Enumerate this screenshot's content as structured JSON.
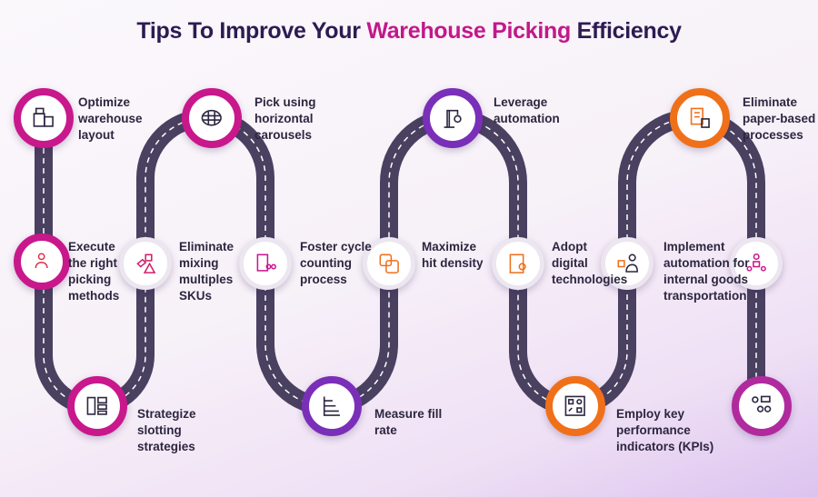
{
  "title": {
    "part1": "Tips To Improve Your ",
    "highlight": "Warehouse Picking",
    "part2": " Efficiency"
  },
  "colors": {
    "magenta": "#c8188c",
    "purple": "#7a2fb8",
    "orange": "#f0701a",
    "road": "#4a4060",
    "title": "#2d1b52"
  },
  "tips": [
    {
      "label": "Optimize warehouse layout",
      "icon": "warehouse-layout-icon"
    },
    {
      "label": "Execute the right picking methods",
      "icon": "picker-person-icon"
    },
    {
      "label": "Strategize slotting strategies",
      "icon": "slotting-grid-icon"
    },
    {
      "label": "Eliminate mixing multiples SKUs",
      "icon": "sku-warning-icon"
    },
    {
      "label": "Pick using horizontal carousels",
      "icon": "carousel-icon"
    },
    {
      "label": "Foster cycle counting process",
      "icon": "cycle-count-icon"
    },
    {
      "label": "Measure fill rate",
      "icon": "bar-chart-icon"
    },
    {
      "label": "Maximize hit density",
      "icon": "overlap-squares-icon"
    },
    {
      "label": "Leverage automation",
      "icon": "robot-arm-icon"
    },
    {
      "label": "Adopt digital technologies",
      "icon": "digital-tech-icon"
    },
    {
      "label": "Employ key performance indicators (KPIs)",
      "icon": "kpi-dashboard-icon"
    },
    {
      "label": "Implement automation for internal goods transportation",
      "icon": "goods-transport-icon"
    },
    {
      "label": "Eliminate paper-based processes",
      "icon": "paperless-icon"
    },
    {
      "label": "",
      "icon": "team-collaboration-icon"
    },
    {
      "label": "",
      "icon": "team-presentation-icon"
    }
  ]
}
